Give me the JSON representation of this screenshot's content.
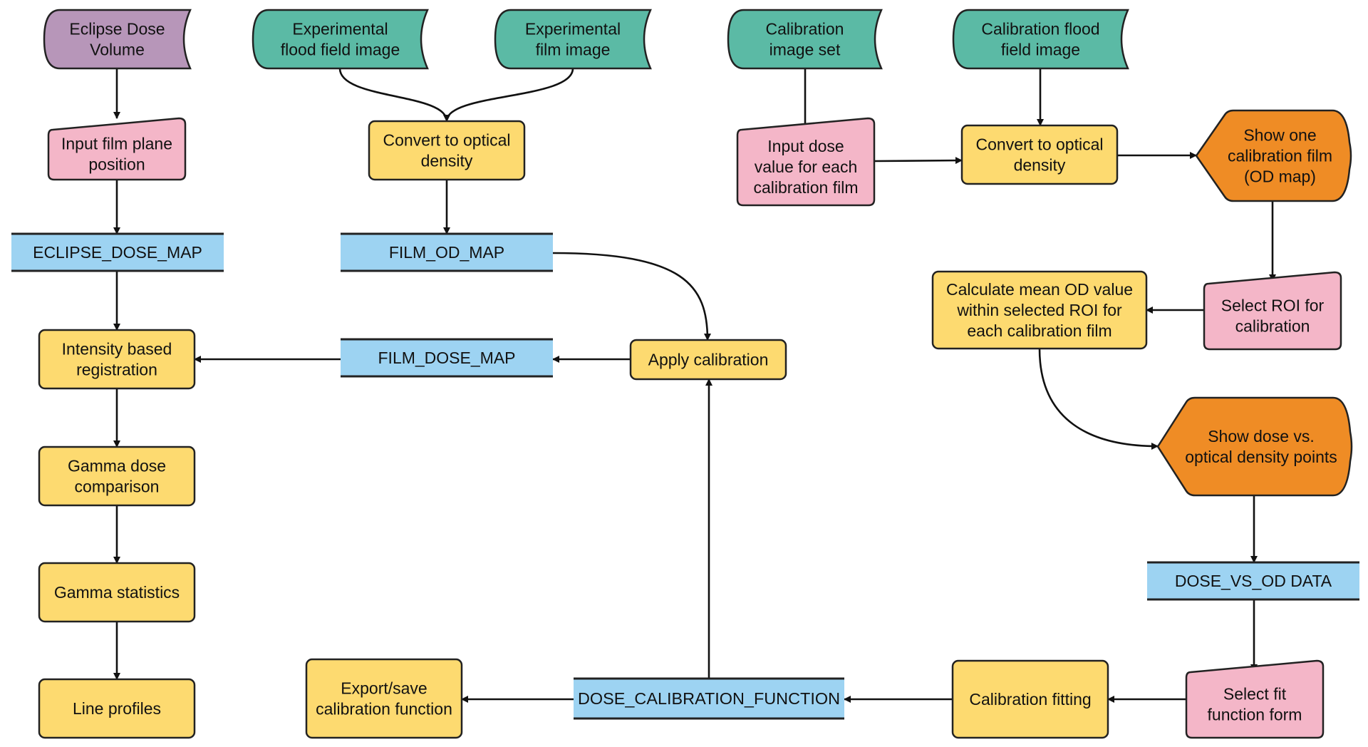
{
  "colors": {
    "datasource_green": "#5BBAA5",
    "datasource_purple": "#B796B9",
    "manual_input_pink": "#F4B6C8",
    "process_yellow": "#FDDA70",
    "data_blue": "#9DD3F2",
    "display_orange": "#EF8C25"
  },
  "nodes": {
    "eclipse_dose_volume": [
      "Eclipse Dose",
      "Volume"
    ],
    "exp_flood_field": [
      "Experimental",
      "flood field image"
    ],
    "exp_film_image": [
      "Experimental",
      "film image"
    ],
    "cal_image_set": [
      "Calibration",
      "image set"
    ],
    "cal_flood_field": [
      "Calibration flood",
      "field image"
    ],
    "input_film_plane": [
      "Input film plane",
      "position"
    ],
    "convert_od_left": [
      "Convert to optical",
      "density"
    ],
    "input_dose_value": [
      "Input dose",
      "value for each",
      "calibration film"
    ],
    "convert_od_right": [
      "Convert to optical",
      "density"
    ],
    "show_calibration_film": [
      "Show one",
      "calibration film",
      "(OD map)"
    ],
    "eclipse_dose_map": [
      "ECLIPSE_DOSE_MAP"
    ],
    "film_od_map": [
      "FILM_OD_MAP"
    ],
    "calc_mean_od": [
      "Calculate mean OD value",
      "within selected ROI for",
      "each calibration film"
    ],
    "select_roi": [
      "Select ROI for",
      "calibration"
    ],
    "intensity_registration": [
      "Intensity based",
      "registration"
    ],
    "film_dose_map": [
      "FILM_DOSE_MAP"
    ],
    "apply_calibration": [
      "Apply calibration"
    ],
    "show_dose_vs_od": [
      "Show dose vs.",
      "optical density points"
    ],
    "gamma_dose_comparison": [
      "Gamma dose",
      "comparison"
    ],
    "gamma_statistics": [
      "Gamma statistics"
    ],
    "dose_vs_od_data": [
      "DOSE_VS_OD DATA"
    ],
    "line_profiles": [
      "Line profiles"
    ],
    "export_save": [
      "Export/save",
      "calibration function"
    ],
    "dose_calibration_function": [
      "DOSE_CALIBRATION_FUNCTION"
    ],
    "calibration_fitting": [
      "Calibration fitting"
    ],
    "select_fit_function": [
      "Select fit",
      "function form"
    ]
  }
}
